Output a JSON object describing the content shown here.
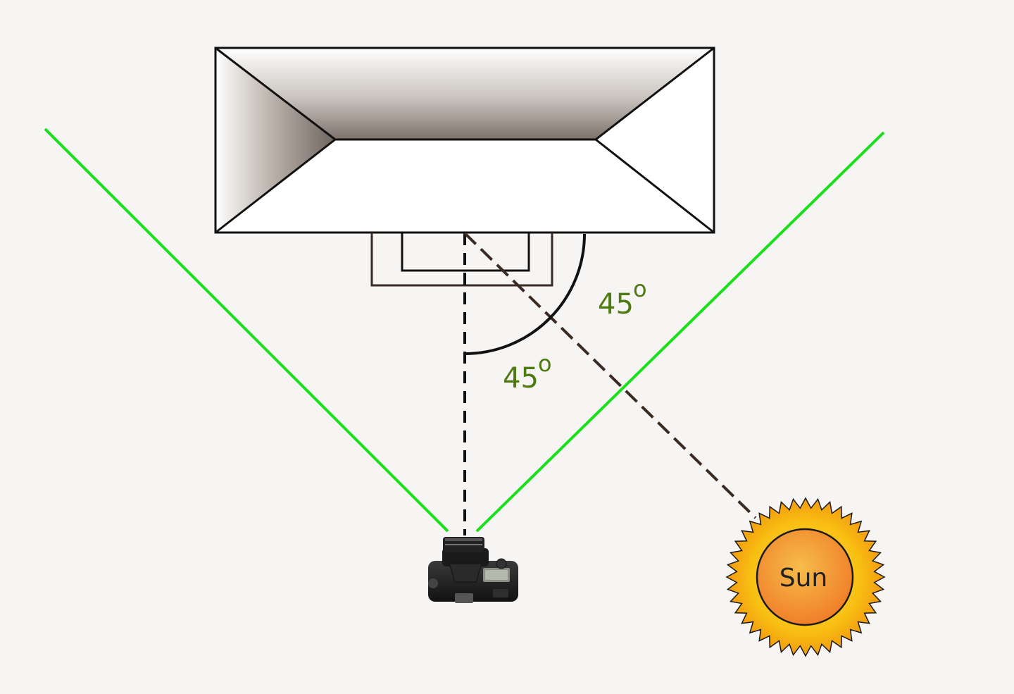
{
  "labels": {
    "angle_upper": "45",
    "angle_upper_degree": "o",
    "angle_lower": "45",
    "angle_lower_degree": "o",
    "sun": "Sun"
  },
  "colors": {
    "background": "#f6f5f4",
    "field_of_view_lines": "#19e01b",
    "angle_text": "#4e7a12",
    "outline": "#111111",
    "sun_dashed_line": "#3a2a22",
    "porch_outline": "#3a2a25",
    "sun_outer": "#f7b410",
    "sun_inner": "#f28a2e",
    "sun_text": "#222222"
  },
  "icons": {
    "camera": "camera-icon",
    "sun": "sun-icon"
  }
}
